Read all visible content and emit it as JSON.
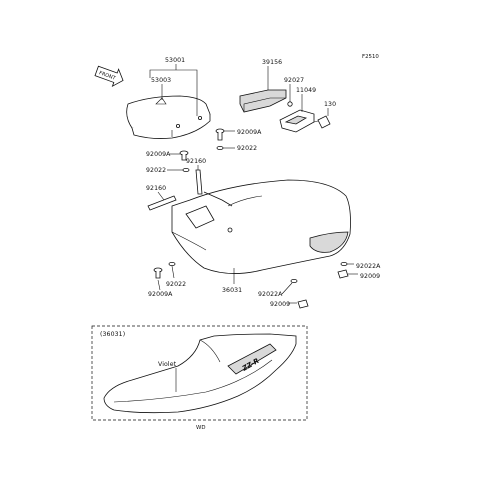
{
  "figure_code": "F2510",
  "front_mark": "FRONT",
  "callouts": {
    "p53001": "53001",
    "p53003": "53003",
    "p39156": "39156",
    "p92027": "92027",
    "p11049": "11049",
    "p130": "130",
    "p92009a_top": "92009A",
    "p92022_top": "92022",
    "p92009a_left": "92009A",
    "p92160_a": "92160",
    "p92022_left": "92022",
    "p92160_b": "92160",
    "p92022_bottom": "92022",
    "p92009a_bottom": "92009A",
    "p36031": "36031",
    "p92022a_right": "92022A",
    "p92009_right": "92009",
    "p92022a_low": "92022A",
    "p92009_low": "92009"
  },
  "inset": {
    "ref": "(36031)",
    "color_label": "Violet",
    "decal": "ZZ-R",
    "caption": "WD"
  }
}
